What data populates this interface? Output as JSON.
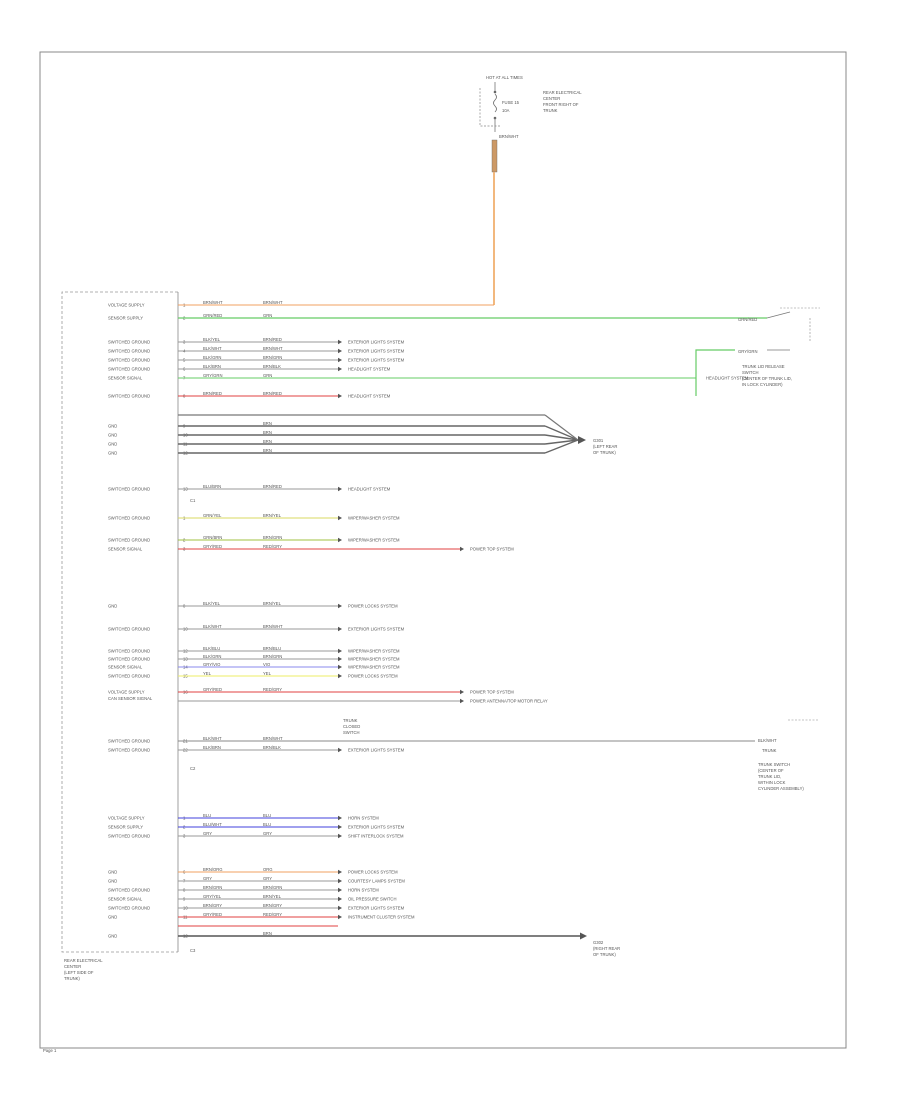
{
  "fuse": {
    "label_top": "HOT AT ALL TIMES",
    "fuse_name": "FUSE 15",
    "fuse_rating": "10A",
    "box_label": [
      "REAR ELECTRICAL",
      "CENTER",
      "FRONT RIGHT OF",
      "TRUNK"
    ]
  },
  "module": {
    "label": [
      "REAR ELECTRICAL",
      "CENTER",
      "(LEFT SIDE OF",
      "TRUNK)"
    ]
  },
  "connectors": {
    "c_top": "C1",
    "c_mid": "C2",
    "c_bottom": "C3"
  },
  "rows": [
    {
      "func": "VOLTAGE SUPPLY",
      "pin": "1",
      "wire": "BRN/WHT",
      "wire2": "BRN/WHT",
      "color": "#f0a060",
      "dest": ""
    },
    {
      "func": "SENSOR SUPPLY",
      "pin": "2",
      "wire": "GRN/RED",
      "wire2": "GRN",
      "color": "#66cc66",
      "dest": ""
    },
    {
      "func": "SWITCHED GROUND",
      "pin": "3",
      "wire": "BLK/YEL",
      "wire2": "BRN/RED",
      "color": "#999999",
      "dest": "EXTERIOR LIGHTS SYSTEM"
    },
    {
      "func": "SWITCHED GROUND",
      "pin": "4",
      "wire": "BLK/WHT",
      "wire2": "BRN/WHT",
      "color": "#999999",
      "dest": "EXTERIOR LIGHTS SYSTEM"
    },
    {
      "func": "SWITCHED GROUND",
      "pin": "5",
      "wire": "BLK/GRN",
      "wire2": "BRN/GRN",
      "color": "#999999",
      "dest": "EXTERIOR LIGHTS SYSTEM"
    },
    {
      "func": "SWITCHED GROUND",
      "pin": "6",
      "wire": "BLK/BRN",
      "wire2": "BRN/BLK",
      "color": "#999999",
      "dest": "HEADLIGHT SYSTEM"
    },
    {
      "func": "SENSOR SIGNAL",
      "pin": "7",
      "wire": "GRY/GRN",
      "wire2": "GRN",
      "color": "#66cc66",
      "dest": "HEADLIGHT SYSTEM"
    },
    {
      "func": "SWITCHED GROUND",
      "pin": "8",
      "wire": "BRN/RED",
      "wire2": "BRN/RED",
      "color": "#e04040",
      "dest": "HEADLIGHT SYSTEM"
    }
  ],
  "ground_1": {
    "pins": [
      "9",
      "10",
      "11",
      "12"
    ],
    "funcs": [
      "GND",
      "GND",
      "GND",
      "GND"
    ],
    "wire": "BRN",
    "label": [
      "G301",
      "(LEFT REAR",
      "OF TRUNK)"
    ]
  },
  "row_group_2": [
    {
      "func": "SWITCHED GROUND",
      "pin": "13",
      "wire": "BLU/BRN",
      "wire2": "BRN/RED",
      "color": "#999999",
      "dest": "HEADLIGHT SYSTEM"
    }
  ],
  "row_group_3": [
    {
      "func": "SWITCHED GROUND",
      "pin": "1",
      "wire": "GRN/YEL",
      "wire2": "BRN/YEL",
      "color": "#d8d860",
      "dest": "WIPER/WASHER SYSTEM"
    },
    {
      "func": "SWITCHED GROUND",
      "pin": "2",
      "wire": "GRN/BRN",
      "wire2": "BRN/GRN",
      "color": "#a0c040",
      "dest": "WIPER/WASHER SYSTEM"
    },
    {
      "func": "SENSOR SIGNAL",
      "pin": "3",
      "wire": "GRY/RED",
      "wire2": "RED/GRY",
      "color": "#e04040",
      "dest": "POWER TOP SYSTEM"
    }
  ],
  "row_group_4": [
    {
      "func": "GND",
      "pin": "8",
      "wire": "BLK/YEL",
      "wire2": "BRN/YEL",
      "color": "#999999",
      "dest": "POWER LOCKS SYSTEM"
    },
    {
      "func": "SWITCHED GROUND",
      "pin": "10",
      "wire": "BLK/WHT",
      "wire2": "BRN/WHT",
      "color": "#999999",
      "dest": "EXTERIOR LIGHTS SYSTEM"
    },
    {
      "func": "SWITCHED GROUND",
      "pin": "12",
      "wire": "BLK/BLU",
      "wire2": "BRN/BLU",
      "color": "#999999",
      "dest": "WIPER/WASHER SYSTEM"
    },
    {
      "func": "SWITCHED GROUND",
      "pin": "13",
      "wire": "BLK/GRN",
      "wire2": "BRN/GRN",
      "color": "#999999",
      "dest": "WIPER/WASHER SYSTEM"
    },
    {
      "func": "SENSOR SIGNAL",
      "pin": "14",
      "wire": "GRY/VIO",
      "wire2": "VIO",
      "color": "#8888ee",
      "dest": "WIPER/WASHER SYSTEM"
    },
    {
      "func": "SWITCHED GROUND",
      "pin": "15",
      "wire": "YEL",
      "wire2": "YEL",
      "color": "#eeee66",
      "dest": "POWER LOCKS SYSTEM"
    },
    {
      "func": "VOLTAGE SUPPLY",
      "pin": "16",
      "wire": "GRY/RED",
      "wire2": "RED/GRY",
      "color": "#e04040",
      "dest": "POWER TOP SYSTEM"
    }
  ],
  "row_group_4_extra": {
    "func": "CAN SENSOR SIGNAL",
    "dest": "POWER ANTENNA/TOP MOTOR RELAY"
  },
  "row_group_5": [
    {
      "func": "SWITCHED GROUND",
      "pin": "21",
      "wire": "BLK/WHT",
      "wire2": "BRN/WHT",
      "color": "#999999",
      "dest": "",
      "note": [
        "TRUNK",
        "CLOSED",
        "SWITCH"
      ]
    },
    {
      "func": "SWITCHED GROUND",
      "pin": "22",
      "wire": "BLK/BRN",
      "wire2": "BRN/BLK",
      "color": "#999999",
      "dest": "EXTERIOR LIGHTS SYSTEM"
    }
  ],
  "row_group_6": [
    {
      "func": "VOLTAGE SUPPLY",
      "pin": "1",
      "wire": "BLU",
      "wire2": "BLU",
      "color": "#4040dd",
      "dest": "HORN SYSTEM"
    },
    {
      "func": "SENSOR SUPPLY",
      "pin": "2",
      "wire": "BLU/WHT",
      "wire2": "BLU",
      "color": "#4040dd",
      "dest": "EXTERIOR LIGHTS SYSTEM"
    },
    {
      "func": "SWITCHED GROUND",
      "pin": "3",
      "wire": "GRY",
      "wire2": "GRY",
      "color": "#999999",
      "dest": "SHIFT INTERLOCK SYSTEM"
    }
  ],
  "row_group_7": [
    {
      "func": "GND",
      "pin": "6",
      "wire": "BRN/ORG",
      "wire2": "ORG",
      "color": "#f0a060",
      "dest": "POWER LOCKS SYSTEM"
    },
    {
      "func": "GND",
      "pin": "7",
      "wire": "GRY",
      "wire2": "GRY",
      "color": "#999999",
      "dest": "COURTESY LAMPS SYSTEM"
    },
    {
      "func": "SWITCHED GROUND",
      "pin": "8",
      "wire": "BRN/GRN",
      "wire2": "BRN/GRN",
      "color": "#999999",
      "dest": "HORN SYSTEM"
    },
    {
      "func": "SENSOR SIGNAL",
      "pin": "9",
      "wire": "GRY/YEL",
      "wire2": "BRN/YEL",
      "color": "#999999",
      "dest": "OIL PRESSURE SWITCH"
    },
    {
      "func": "SWITCHED GROUND",
      "pin": "10",
      "wire": "BRN/GRY",
      "wire2": "BRN/GRY",
      "color": "#999999",
      "dest": "EXTERIOR LIGHTS SYSTEM"
    },
    {
      "func": "GND",
      "pin": "11",
      "wire": "GRY/RED",
      "wire2": "RED/GRY",
      "color": "#e04040",
      "dest": "INSTRUMENT CLUSTER SYSTEM"
    },
    {
      "func": "GND",
      "pin": "12",
      "wire": "BRN",
      "wire2": "BRN",
      "color": "#555555",
      "dest": ""
    }
  ],
  "ground_2": {
    "label": [
      "G302",
      "(RIGHT REAR",
      "OF TRUNK)"
    ]
  },
  "right_component_1": {
    "wire_a": "GRN/RED",
    "wire_b": "GRY/GRN",
    "label": [
      "TRUNK LID RELEASE",
      "SWITCH",
      "(CENTER OF TRUNK LID,",
      "IN LOCK CYLINDER)"
    ]
  },
  "right_component_2": {
    "wire_a": "BLK/WHT",
    "wire_b": "TRUNK",
    "label": [
      "TRUNK SWITCH",
      "(CENTER OF",
      "TRUNK LID,",
      "WITHIN LOCK",
      "CYLINDER ASSEMBLY)"
    ]
  },
  "footer": "Page 1"
}
